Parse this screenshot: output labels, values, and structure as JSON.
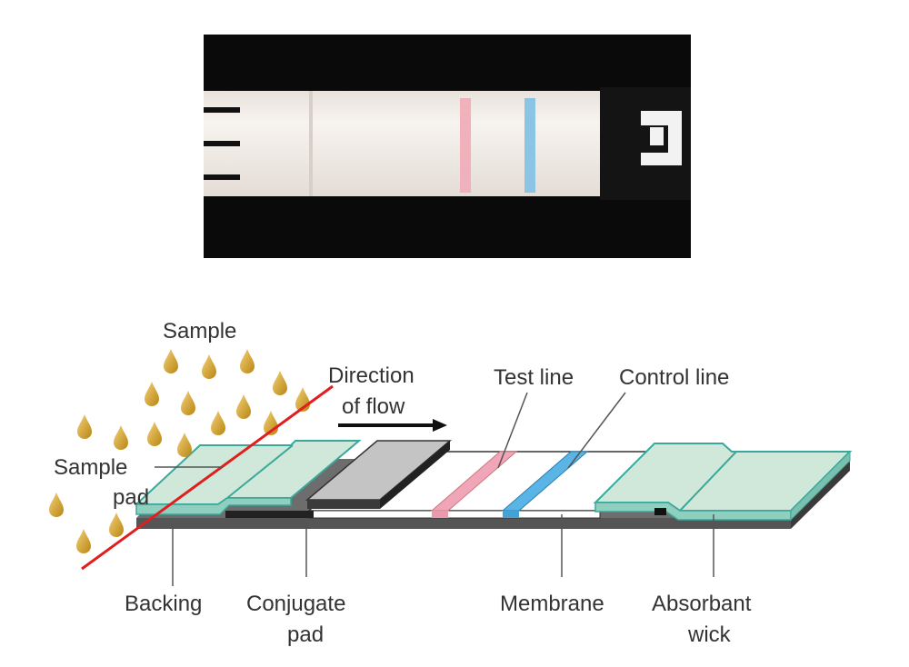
{
  "labels": {
    "sample": "Sample",
    "direction_line1": "Direction",
    "direction_line2": "of flow",
    "test_line": "Test line",
    "control_line": "Control line",
    "sample_pad_line1": "Sample",
    "sample_pad_line2": "pad",
    "backing": "Backing",
    "conjugate_line1": "Conjugate",
    "conjugate_line2": "pad",
    "membrane": "Membrane",
    "absorbant_line1": "Absorbant",
    "absorbant_line2": "wick"
  },
  "colors": {
    "test_line": "#f0a6b8",
    "control_line": "#5ab4e6",
    "pad_green": "#cfe8d9",
    "pad_edge": "#3aa79a",
    "drop": "#d9a520",
    "cut_line": "#e01e1e"
  }
}
